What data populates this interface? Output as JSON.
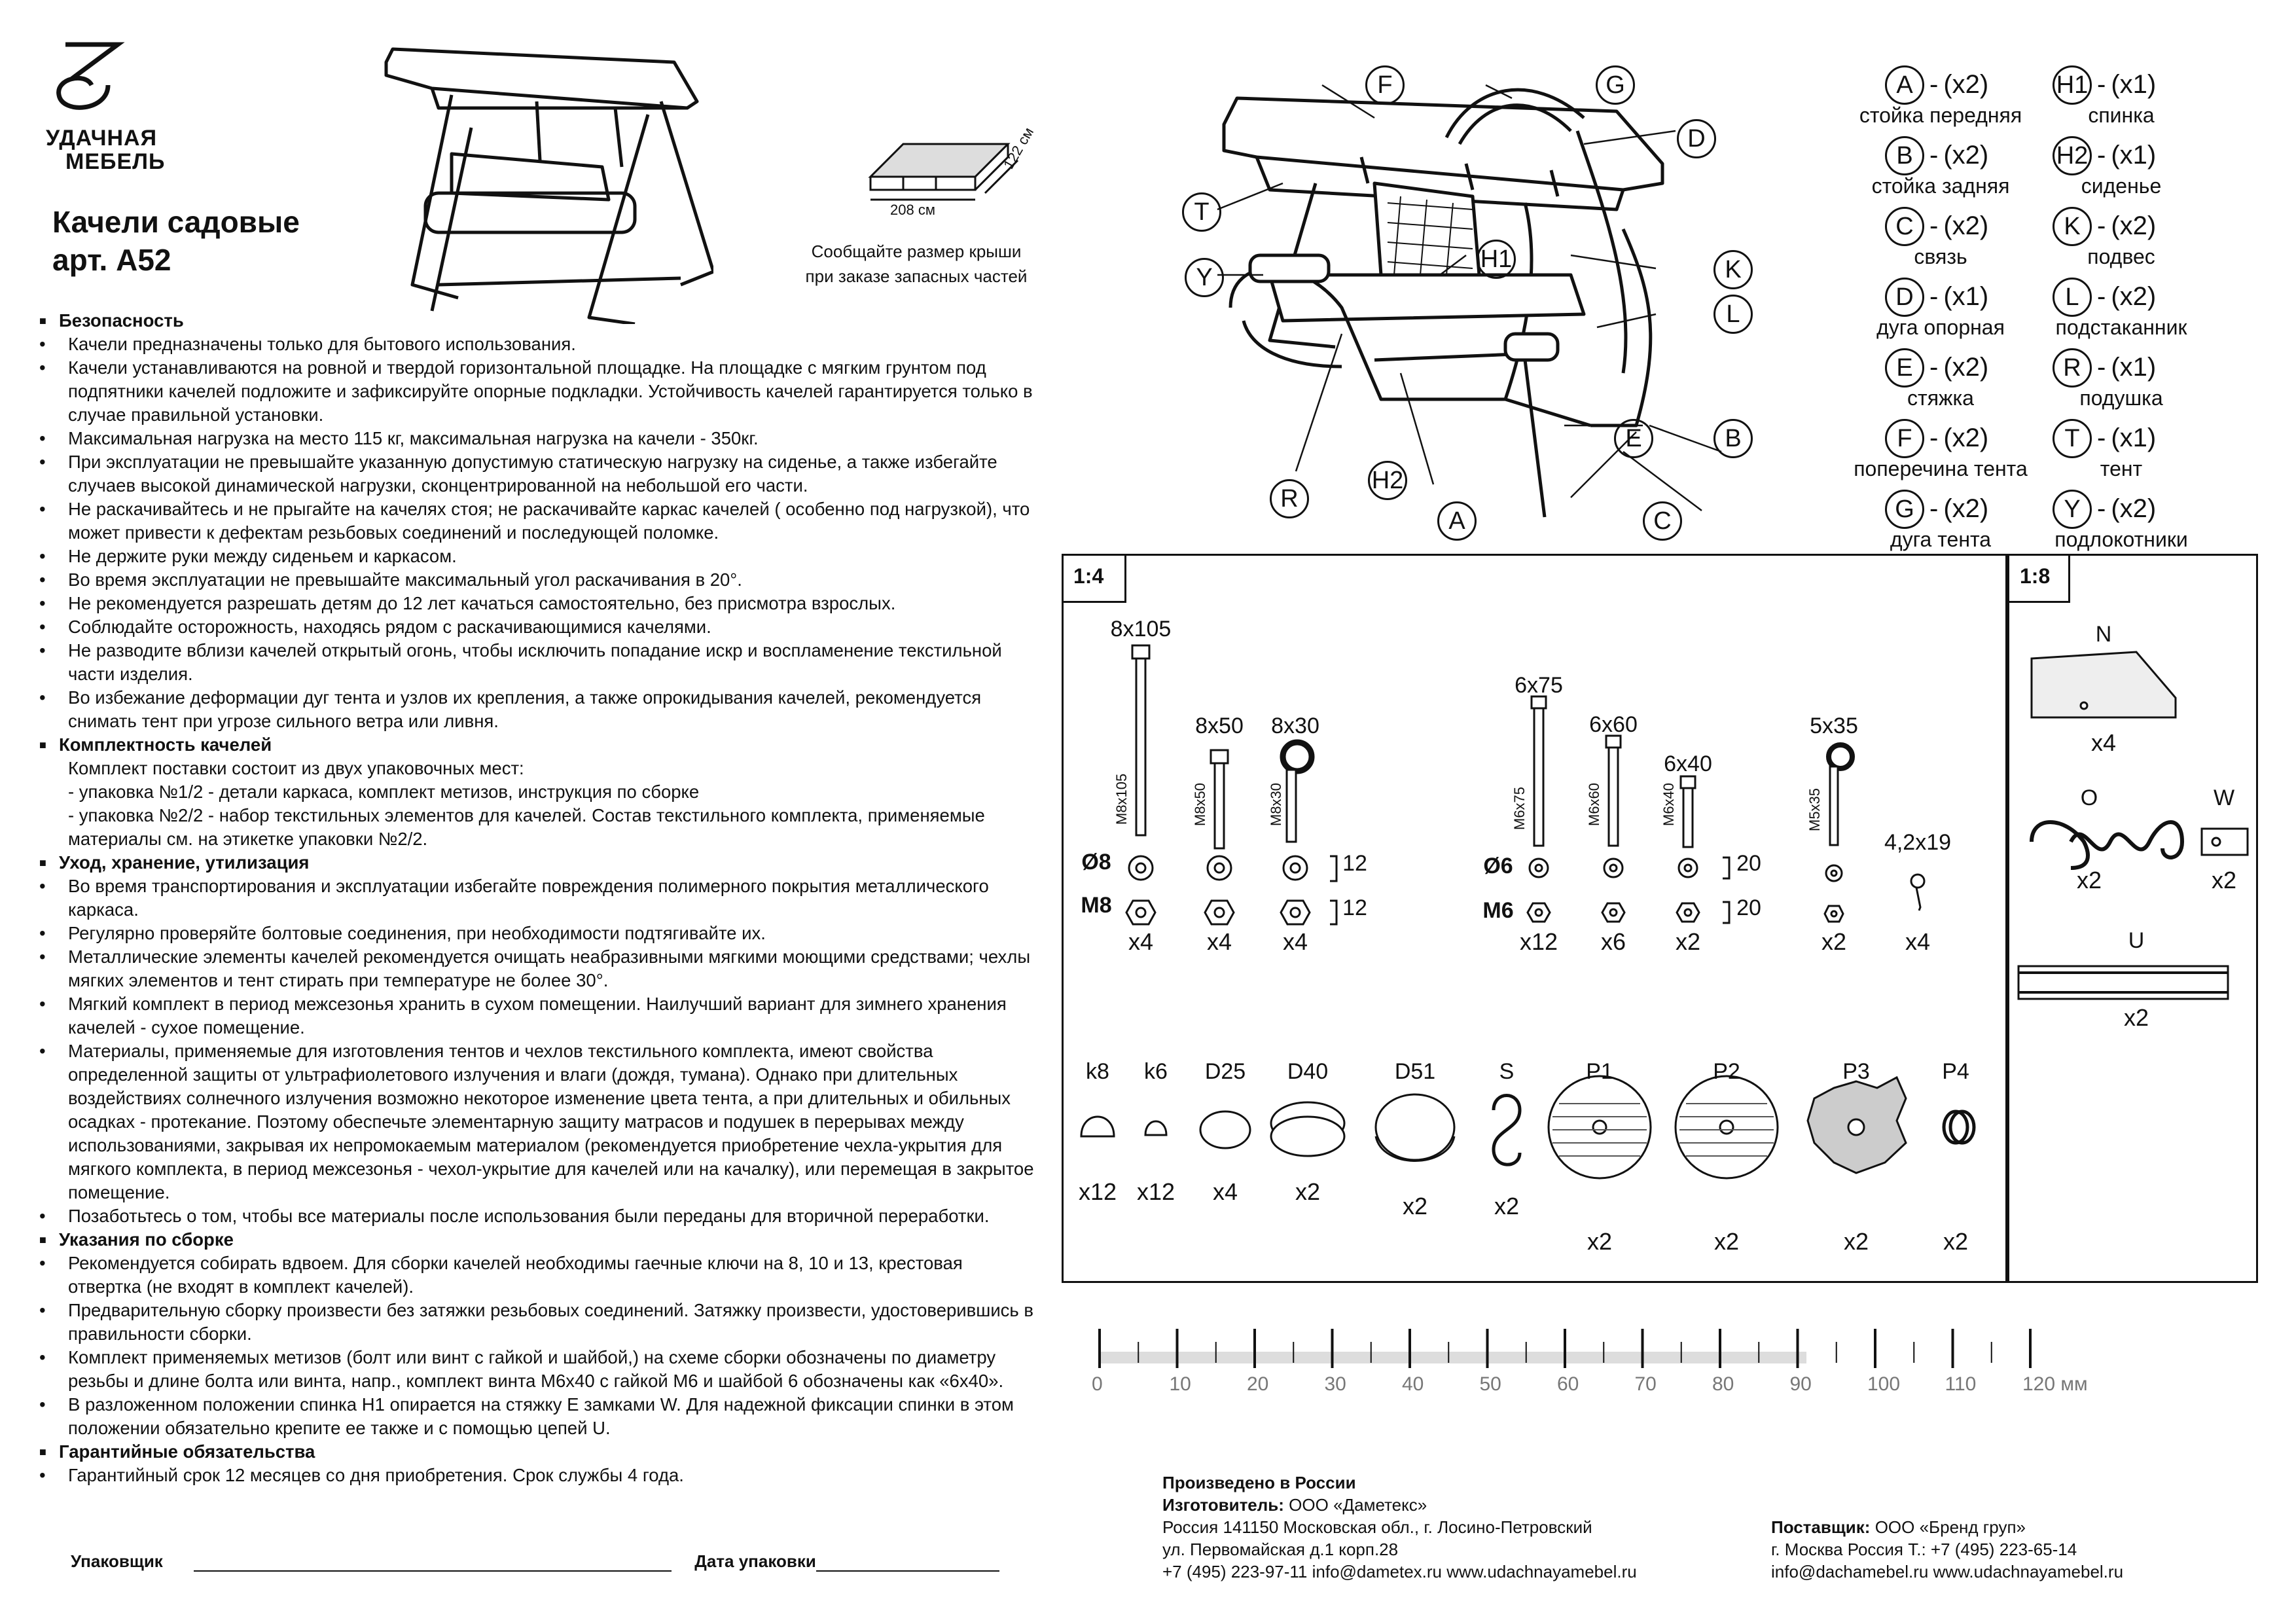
{
  "brand": {
    "line1": "УДАЧНАЯ",
    "line2": "МЕБЕЛЬ"
  },
  "title": {
    "line1": "Качели садовые",
    "line2": "арт. А52"
  },
  "roof": {
    "width": "208 см",
    "depth": "122 см",
    "note1": "Сообщайте размер крыши",
    "note2": "при заказе запасных частей"
  },
  "instructions": [
    {
      "t": "h",
      "text": "Безопасность"
    },
    {
      "t": "b",
      "text": "Качели предназначены только для бытового использования."
    },
    {
      "t": "b",
      "text": "Качели устанавливаются на ровной и твердой горизонтальной площадке. На площадке с мягким грунтом под подпятники качелей подложите и зафиксируйте опорные подкладки. Устойчивость качелей гарантируется только в случае правильной установки."
    },
    {
      "t": "b",
      "text": "Максимальная нагрузка на место 115 кг, максимальная нагрузка на качели - 350кг."
    },
    {
      "t": "b",
      "text": "При эксплуатации не превышайте указанную допустимую статическую нагрузку на сиденье, а также избегайте случаев высокой динамической нагрузки, сконцентрированной на небольшой его части."
    },
    {
      "t": "b",
      "text": "Не раскачивайтесь и не прыгайте на качелях стоя; не раскачивайте каркас качелей ( особенно под нагрузкой), что может привести к дефектам резьбовых соединений и последующей поломке."
    },
    {
      "t": "b",
      "text": "Не держите руки между сиденьем и каркасом."
    },
    {
      "t": "b",
      "text": "Во время эксплуатации не превышайте максимальный угол раскачивания в 20°."
    },
    {
      "t": "b",
      "text": "Не рекомендуется разрешать детям до 12 лет качаться самостоятельно, без присмотра взрослых."
    },
    {
      "t": "b",
      "text": "Соблюдайте осторожность, находясь рядом с раскачивающимися качелями."
    },
    {
      "t": "b",
      "text": "Не разводите вблизи качелей открытый огонь, чтобы исключить попадание искр и воспламенение текстильной части изделия."
    },
    {
      "t": "b",
      "text": "Во избежание деформации дуг тента и узлов их крепления, а также опрокидывания качелей, рекомендуется снимать тент при угрозе сильного ветра или ливня."
    },
    {
      "t": "h",
      "text": "Комплектность качелей"
    },
    {
      "t": "s",
      "text": "Комплект поставки  состоит из двух упаковочных мест:"
    },
    {
      "t": "s",
      "text": "- упаковка №1/2  - детали каркаса, комплект метизов, инструкция по сборке"
    },
    {
      "t": "s",
      "text": "- упаковка №2/2  - набор текстильных элементов для качелей. Состав текстильного комплекта, применяемые материалы см. на этикетке упаковки №2/2."
    },
    {
      "t": "h",
      "text": "Уход, хранение, утилизация"
    },
    {
      "t": "b",
      "text": "Во время транспортирования и эксплуатации избегайте повреждения полимерного покрытия металлического каркаса."
    },
    {
      "t": "b",
      "text": "Регулярно проверяйте болтовые соединения, при необходимости подтягивайте их."
    },
    {
      "t": "b",
      "text": "Металлические элементы качелей рекомендуется очищать неабразивными мягкими моющими средствами; чехлы мягких элементов и тент стирать при температуре не более 30°."
    },
    {
      "t": "b",
      "text": "Мягкий комплект в период межсезонья хранить в сухом помещении. Наилучший вариант для зимнего хранения качелей - сухое помещение."
    },
    {
      "t": "b",
      "text": "Материалы, применяемые для  изготовления тентов и чехлов текстильного комплекта, имеют свойства определенной защиты от ультрафиолетового излучения и влаги (дождя, тумана). Однако при длительных воздействиях солнечного излучения возможно некоторое изменение цвета тента, а при длительных и обильных осадках - протекание. Поэтому обеспечьте элементарную защиту матрасов и подушек в перерывах между использованиями, закрывая их непромокаемым материалом (рекомендуется приобретение чехла-укрытия для мягкого комплекта, в период межсезонья - чехол-укрытие для качелей или на качалку), или перемещая в закрытое помещение."
    },
    {
      "t": "b",
      "text": "Позаботьтесь о том, чтобы все материалы после использования были переданы для вторичной переработки."
    },
    {
      "t": "h",
      "text": "Указания по сборке"
    },
    {
      "t": "b",
      "text": "Рекомендуется собирать вдвоем. Для сборки качелей необходимы гаечные ключи на 8, 10 и 13, крестовая отвертка (не входят в комплект качелей)."
    },
    {
      "t": "b",
      "text": "Предварительную сборку произвести без затяжки резьбовых соединений. Затяжку произвести, удостоверившись в правильности сборки."
    },
    {
      "t": "b",
      "text": "Комплект применяемых метизов (болт или винт с гайкой и шайбой,) на схеме сборки обозначены по диаметру резьбы и длине болта или винта, напр., комплект винта М6х40 с гайкой М6 и шайбой 6 обозначены как «6х40»."
    },
    {
      "t": "b",
      "text": "В разложенном положении спинка Н1 опирается на стяжку Е замками W.  Для надежной фиксации спинки в этом положении обязательно крепите ее также и с помощью цепей U."
    },
    {
      "t": "h",
      "text": "Гарантийные обязательства"
    },
    {
      "t": "b",
      "text": "Гарантийный срок 12 месяцев со дня приобретения. Срок службы 4 года."
    }
  ],
  "sign": {
    "packer": "Упаковщик",
    "date": "Дата упаковки"
  },
  "diagram_labels": [
    "F",
    "G",
    "D",
    "T",
    "Y",
    "H1",
    "K",
    "L",
    "E",
    "B",
    "R",
    "H2",
    "A",
    "C"
  ],
  "parts": [
    {
      "code": "A",
      "qty": "(x2)",
      "desc": "стойка передняя"
    },
    {
      "code": "B",
      "qty": "(x2)",
      "desc": "стойка задняя"
    },
    {
      "code": "C",
      "qty": "(x2)",
      "desc": "связь"
    },
    {
      "code": "D",
      "qty": "(x1)",
      "desc": "дуга опорная"
    },
    {
      "code": "E",
      "qty": "(x2)",
      "desc": "стяжка"
    },
    {
      "code": "F",
      "qty": "(x2)",
      "desc": "поперечина тента"
    },
    {
      "code": "G",
      "qty": "(x2)",
      "desc": "дуга тента"
    },
    {
      "code": "H1",
      "qty": "(x1)",
      "desc": "спинка"
    },
    {
      "code": "H2",
      "qty": "(x1)",
      "desc": "сиденье"
    },
    {
      "code": "K",
      "qty": "(x2)",
      "desc": "подвес"
    },
    {
      "code": "L",
      "qty": "(x2)",
      "desc": "подстаканник"
    },
    {
      "code": "R",
      "qty": "(x1)",
      "desc": "подушка"
    },
    {
      "code": "T",
      "qty": "(x1)",
      "desc": "тент"
    },
    {
      "code": "Y",
      "qty": "(x2)",
      "desc": "подлокотники"
    }
  ],
  "hardware": {
    "scale1": "1:4",
    "scale2": "1:8",
    "bolts": [
      {
        "name": "8x105",
        "vlabel": "M8x105",
        "qty": "x4"
      },
      {
        "name": "8x50",
        "vlabel": "M8x50",
        "qty": "x4"
      },
      {
        "name": "8x30",
        "vlabel": "M8x30",
        "qty": "x4"
      },
      {
        "name": "6x75",
        "vlabel": "M6x75",
        "qty": "x12"
      },
      {
        "name": "6x60",
        "vlabel": "M6x60",
        "qty": "x6"
      },
      {
        "name": "6x40",
        "vlabel": "M6x40",
        "qty": "x2"
      },
      {
        "name": "5x35",
        "vlabel": "M5x35",
        "qty": "x2"
      },
      {
        "name": "4,2x19",
        "vlabel": "",
        "qty": "x4"
      }
    ],
    "washer8": "Ø8",
    "nut8": "M8",
    "count12a": "12",
    "count12b": "12",
    "washer6": "Ø6",
    "nut6": "M6",
    "count20a": "20",
    "count20b": "20",
    "caps": [
      {
        "name": "k8",
        "qty": "x12"
      },
      {
        "name": "k6",
        "qty": "x12"
      },
      {
        "name": "D25",
        "qty": "x4"
      },
      {
        "name": "D40",
        "qty": "x2"
      },
      {
        "name": "D51",
        "qty": "x2"
      },
      {
        "name": "S",
        "qty": "x2"
      },
      {
        "name": "P1",
        "qty": "x2"
      },
      {
        "name": "P2",
        "qty": "x2"
      },
      {
        "name": "P3",
        "qty": "x2"
      },
      {
        "name": "P4",
        "qty": "x2"
      }
    ],
    "extra": [
      {
        "name": "N",
        "qty": "x4"
      },
      {
        "name": "O",
        "qty": "x2"
      },
      {
        "name": "W",
        "qty": "x2"
      },
      {
        "name": "U",
        "qty": "x2"
      }
    ]
  },
  "ruler": {
    "ticks": [
      "0",
      "10",
      "20",
      "30",
      "40",
      "50",
      "60",
      "70",
      "80",
      "90",
      "100",
      "110",
      "120 мм"
    ]
  },
  "footer": {
    "made": "Произведено в России",
    "maker_label": "Изготовитель:",
    "maker": "ООО «Даметекс»",
    "addr1": "Россия  141150 Московская обл., г. Лосино-Петровский",
    "addr2": "ул. Первомайская д.1 корп.28",
    "contacts": "+7 (495) 223-97-11 info@dametex.ru  www.udachnayamebel.ru",
    "supplier_label": "Поставщик:",
    "supplier": "ООО «Бренд груп»",
    "sup_addr": "г. Москва  Россия  Т.: +7 (495) 223-65-14",
    "sup_contacts": "info@dachamebel.ru  www.udachnayamebel.ru"
  }
}
